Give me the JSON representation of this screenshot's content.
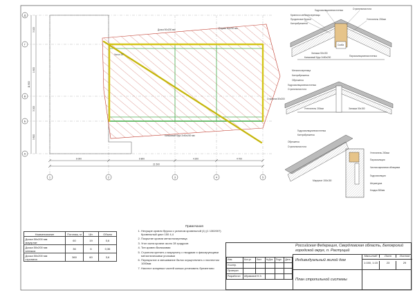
{
  "plan": {
    "axes_letters": [
      "Д",
      "Г",
      "В",
      "Б",
      "А"
    ],
    "axes_numbers": [
      "1",
      "2",
      "3",
      "4",
      "5"
    ],
    "dims_bottom": [
      "6 000",
      "6 800",
      "4 200",
      "4 700"
    ],
    "dim_total": "21 500",
    "dims_left": [
      "3 100",
      "1 600",
      "3 200",
      "3 800"
    ],
    "dim_left_total": "11 800",
    "labels": {
      "top_mid": "Доска 50х200 мм",
      "top_right": "Ендова 50х200 мм",
      "slope_left": "Уклон 20°",
      "bottom_mid": "Коньковый брус 2х50х200 мм",
      "right_side": "Стропила 50х200"
    }
  },
  "details": {
    "d1": {
      "labels": [
        "Кровля из металлочерепицы",
        "Продольные брусья",
        "Контробрешетка",
        "Гидроизоляционная пленка",
        "Стропильная нога",
        "Утеплитель 200мм",
        "Пароизоляционная пленка",
        "Коньковый брус 2х50х200",
        "Скоба",
        "Затяжка 50х150"
      ]
    },
    "d2": {
      "labels": [
        "Металлочерепица",
        "Контробрешетка",
        "Обрешетка",
        "Гидроизоляционная пленка",
        "Стропильная нога",
        "Затяжка 50х150",
        "Утеплитель 200мм"
      ]
    },
    "d3": {
      "labels": [
        "Гидроизоляционная пленка",
        "Контробрешетка",
        "Обрешетка",
        "Стропильная нога",
        "Утеплитель 200мм",
        "Пароизоляция",
        "Мауэрлат 150х150",
        "Гидроизоляция",
        "Штукатурка",
        "Кладка 380мм",
        "Чистая кирпичная облицовка"
      ]
    }
  },
  "spec_table": {
    "headers": [
      "Наименование",
      "Погонаж, м",
      "Шт.",
      "Объем"
    ],
    "rows": [
      [
        "Доска 50х200 мм\nмауэрлат",
        "60",
        "19",
        "0,6"
      ],
      [
        "Доска 50х200 мм\nзатяжка",
        "36",
        "6",
        "0,36"
      ],
      [
        "Доска 50х200 мм\nстропила",
        "360",
        "60",
        "3,6"
      ]
    ]
  },
  "notes": {
    "title": "Примечания",
    "items": [
      "Несущие кровли брусья с уклоном кровельной (1) (1 1302007)   Кровельный цикл  150 4,4",
      "Покрытие кровли металлочерепица",
      "Угол ската кровли около 28 градусов",
      "Тип кровли Вальмовая",
      "Стропила крепить к мауэрлату с гвоздями и фиксирующими металлическими уголками",
      "Перекрытие и свешивание балок осуществлять с нахлестом 1000мм",
      "Нахлест концевых частей конька установить брезентово"
    ]
  },
  "stamp": {
    "org": "Российская Федерация, Свердловская область, Белоярский городской округ, п. Растущий",
    "project": "Индивидуальный жилой дом",
    "sheet_title": "План стропильной системы",
    "stage_header": "Масштаб",
    "sheet_header": "Лист",
    "sheets_header": "Листов",
    "scale": "1:150, 1:15",
    "sheet": "23",
    "sheets": "29",
    "cols": [
      "Изм.",
      "Кол.уч",
      "Лист",
      "№Док",
      "Подп.",
      "Дата"
    ],
    "roles": [
      "Разработал",
      "Проверил",
      "Н.контр."
    ],
    "names": [
      "Абрамовой Н.Э.",
      "",
      ""
    ]
  },
  "colors": {
    "hatch": "#c0392b",
    "beam": "#4caf50",
    "ridge": "#d4c417",
    "line": "#333333"
  }
}
